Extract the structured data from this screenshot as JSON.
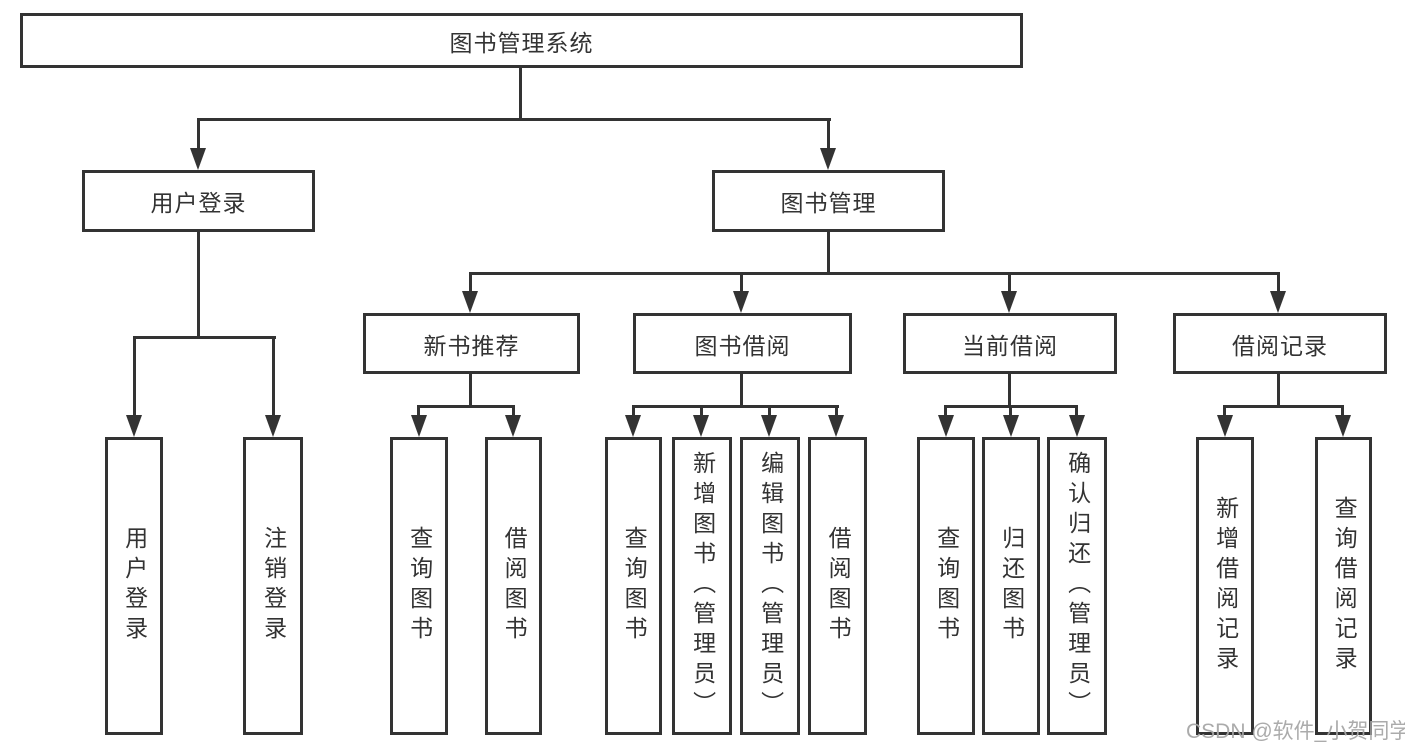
{
  "tree": {
    "label": "图书管理系统",
    "children": [
      {
        "label": "用户登录",
        "children": [
          {
            "label": "用户登录"
          },
          {
            "label": "注销登录"
          }
        ]
      },
      {
        "label": "图书管理",
        "children": [
          {
            "label": "新书推荐",
            "children": [
              {
                "label": "查询图书"
              },
              {
                "label": "借阅图书"
              }
            ]
          },
          {
            "label": "图书借阅",
            "children": [
              {
                "label": "查询图书"
              },
              {
                "label": "新增图书（管理员）"
              },
              {
                "label": "编辑图书（管理员）"
              },
              {
                "label": "借阅图书"
              }
            ]
          },
          {
            "label": "当前借阅",
            "children": [
              {
                "label": "查询图书"
              },
              {
                "label": "归还图书"
              },
              {
                "label": "确认归还（管理员）"
              }
            ]
          },
          {
            "label": "借阅记录",
            "children": [
              {
                "label": "新增借阅记录"
              },
              {
                "label": "查询借阅记录"
              }
            ]
          }
        ]
      }
    ]
  },
  "watermark": "CSDN @软件_小贺同学",
  "colors": {
    "line": "#333333",
    "text": "#333333",
    "watermark": "#a6a6a6",
    "background": "#ffffff"
  }
}
